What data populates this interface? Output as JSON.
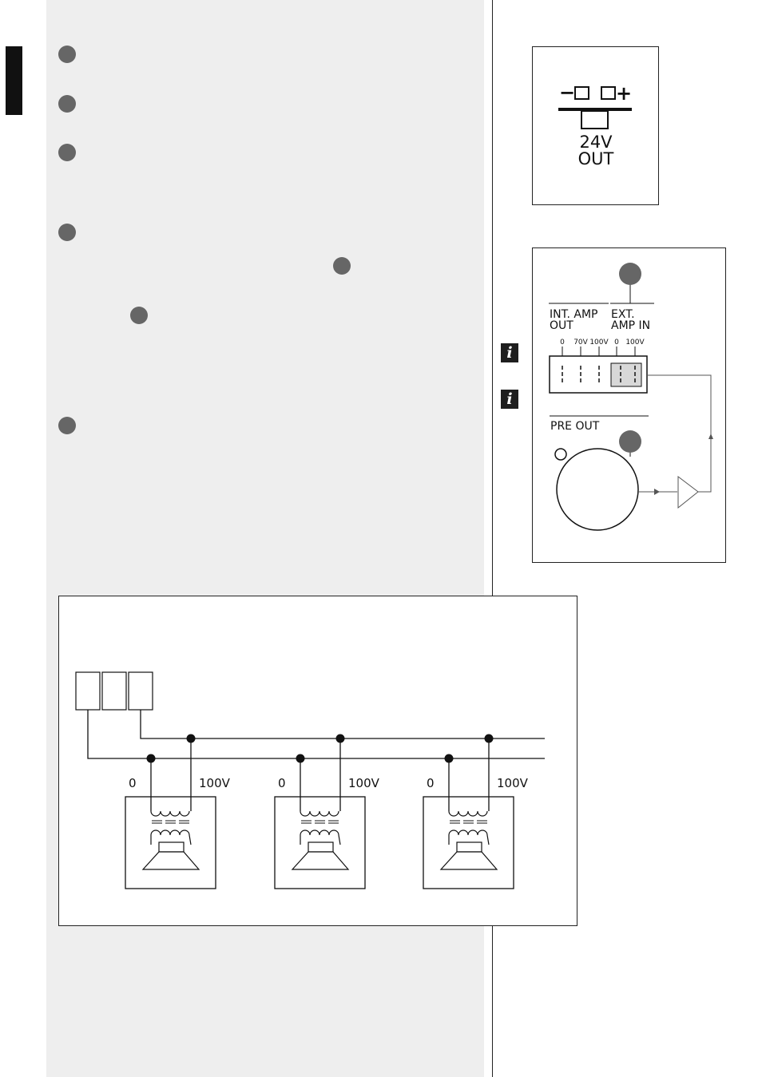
{
  "terminal_box": {
    "minus": "−",
    "plus": "+",
    "label_line1": "24V",
    "label_line2": "OUT"
  },
  "amp_box": {
    "int_amp_line1": "INT. AMP",
    "int_amp_line2": "OUT",
    "ext_amp_line1": "EXT.",
    "ext_amp_line2": "AMP IN",
    "terminals": [
      "0",
      "70V",
      "100V",
      "0",
      "100V"
    ],
    "pre_out": "PRE OUT"
  },
  "speaker_diagram": {
    "speakers": [
      {
        "left_label": "0",
        "right_label": "100V"
      },
      {
        "left_label": "0",
        "right_label": "100V"
      },
      {
        "left_label": "0",
        "right_label": "100V"
      }
    ]
  },
  "info_icons": [
    "i",
    "i"
  ]
}
